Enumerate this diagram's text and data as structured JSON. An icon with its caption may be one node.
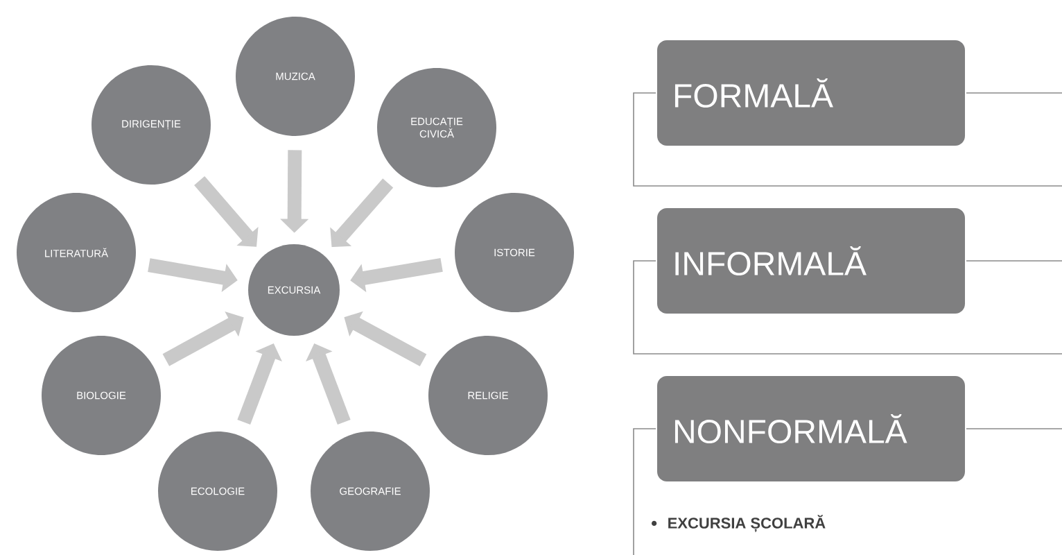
{
  "diagram": {
    "nodes": [
      {
        "text": [
          "EXCURSIA"
        ]
      },
      {
        "text": [
          "MUZICA"
        ]
      },
      {
        "text": [
          "EDUCAȚIE CIVICĂ"
        ]
      },
      {
        "text": [
          "ISTORIE"
        ]
      },
      {
        "text": [
          "RELIGIE"
        ]
      },
      {
        "text": [
          "GEOGRAFIE"
        ]
      },
      {
        "text": [
          "ECOLOGIE"
        ]
      },
      {
        "text": [
          "BIOLOGIE"
        ]
      },
      {
        "text": [
          "LITERATURĂ"
        ]
      },
      {
        "text": [
          "DIRIGENȚIE"
        ]
      },
      {
        "text": [
          "FORMALĂ"
        ]
      },
      {
        "text": [
          "INFORMALĂ"
        ]
      },
      {
        "text": [
          "NONFORMALĂ"
        ],
        "beside": [
          "EXCURSIA ȘCOLARĂ"
        ]
      }
    ],
    "edges": [
      {
        "from": 1,
        "to": 0,
        "arrow": "to"
      },
      {
        "from": 2,
        "to": 0,
        "arrow": "to"
      },
      {
        "from": 3,
        "to": 0,
        "arrow": "to"
      },
      {
        "from": 4,
        "to": 0,
        "arrow": "to"
      },
      {
        "from": 5,
        "to": 0,
        "arrow": "to"
      },
      {
        "from": 6,
        "to": 0,
        "arrow": "to"
      },
      {
        "from": 7,
        "to": 0,
        "arrow": "to"
      },
      {
        "from": 8,
        "to": 0,
        "arrow": "to"
      },
      {
        "from": 9,
        "to": 0,
        "arrow": "to"
      }
    ]
  }
}
